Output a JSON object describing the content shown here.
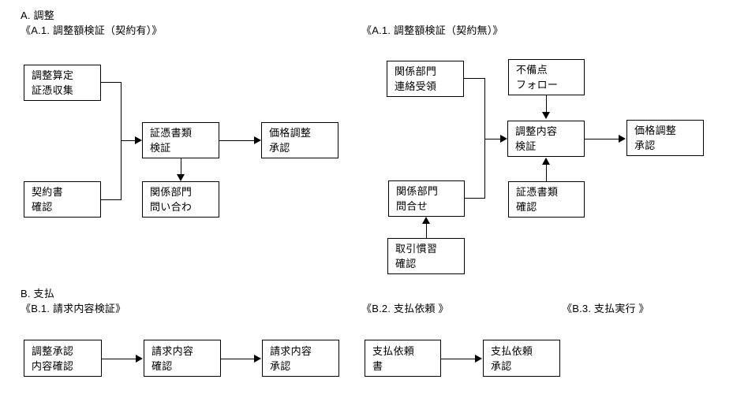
{
  "headings": {
    "section_a_title": "A. 調整",
    "a1_contract_yes": "《A.1. 調整額検証（契約有）》",
    "a1_contract_no": "《A.1. 調整額検証（契約無）》",
    "section_b_title": "B. 支払",
    "b1": "《B.1. 請求内容検証》",
    "b2": "《B.2. 支払依頼 》",
    "b3": "《B.3. 支払実行 》"
  },
  "a1_yes_nodes": {
    "collect_evidence": {
      "line1": "調整算定",
      "line2": "証憑収集"
    },
    "contract_check": {
      "line1": "契約書",
      "line2": "確認"
    },
    "verify_documents": {
      "line1": "証憑書類",
      "line2": "検証"
    },
    "price_approval": {
      "line1": "価格調整",
      "line2": "承認"
    },
    "dept_inquiry": {
      "line1": "関係部門",
      "line2": "問い合わ"
    }
  },
  "a1_no_nodes": {
    "dept_contact_receipt": {
      "line1": "関係部門",
      "line2": "連絡受領"
    },
    "defect_followup": {
      "line1": "不備点",
      "line2": "フォロー"
    },
    "verify_content": {
      "line1": "調整内容",
      "line2": "検証"
    },
    "price_approval": {
      "line1": "価格調整",
      "line2": "承認"
    },
    "dept_inquiry": {
      "line1": "関係部門",
      "line2": "問合せ"
    },
    "evidence_check": {
      "line1": "証憑書類",
      "line2": "確認"
    },
    "trade_custom_check": {
      "line1": "取引慣習",
      "line2": "確認"
    }
  },
  "b1_nodes": {
    "adjust_approval_check": {
      "line1": "調整承認",
      "line2": "内容確認"
    },
    "invoice_content_check": {
      "line1": "請求内容",
      "line2": "確認"
    },
    "invoice_content_approval": {
      "line1": "請求内容",
      "line2": "承認"
    }
  },
  "b2_nodes": {
    "payment_request_doc": {
      "line1": "支払依頼",
      "line2": "書"
    },
    "payment_request_approval": {
      "line1": "支払依頼",
      "line2": "承認"
    }
  },
  "colors": {
    "line": "#000000",
    "background": "#ffffff",
    "text": "#000000"
  }
}
